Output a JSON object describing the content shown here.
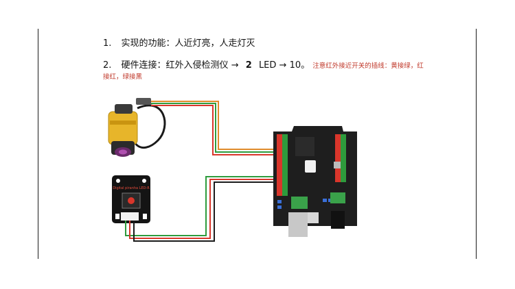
{
  "step1": {
    "number": "1.",
    "text": "实现的功能：人近灯亮，人走灯灭"
  },
  "step2": {
    "number": "2.",
    "text_a": "硬件连接：红外入侵检测仪",
    "arrow1": "→",
    "pin1": "2",
    "text_b": "LED",
    "arrow2": "→",
    "pin2": "10。",
    "note_line1": "注意红外接近开关的插线：黄接绿，红",
    "note_line2": "接红，绿接黑"
  },
  "diagram": {
    "led_module_label": "Digital piranha LED-R",
    "colors": {
      "wire_red": "#d9362b",
      "wire_green": "#2e9b3c",
      "wire_black": "#1a1a1a",
      "wire_orange": "#e08a2a",
      "board": "#1e1e1e"
    }
  }
}
